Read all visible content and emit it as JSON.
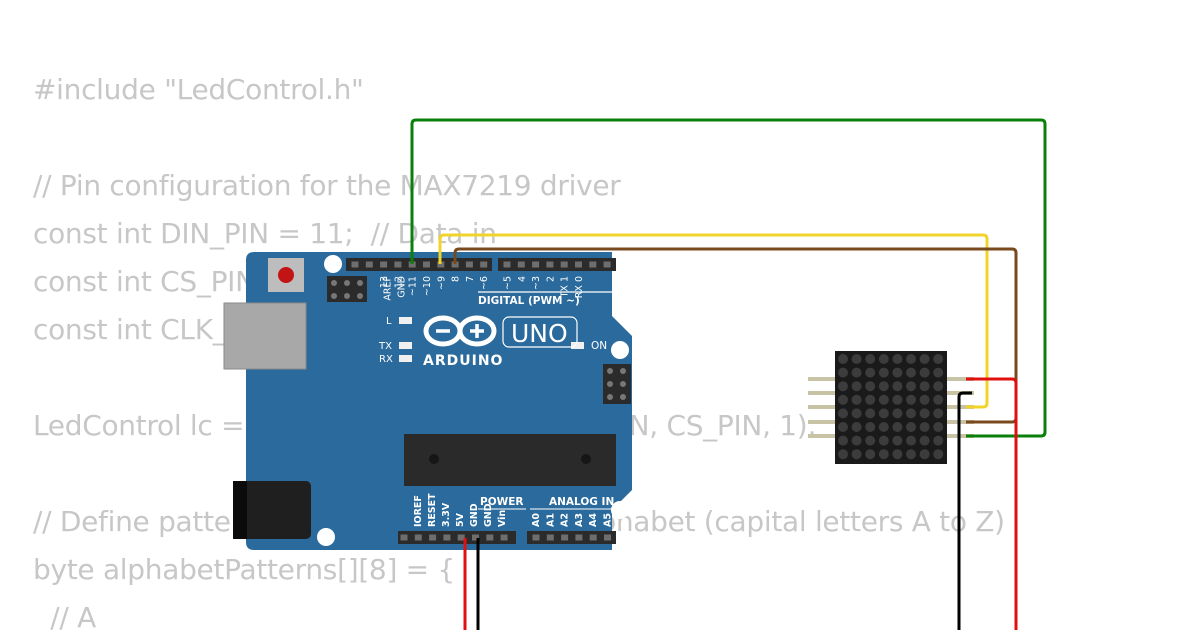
{
  "code_lines": [
    "#include \"LedControl.h\"",
    "",
    "// Pin configuration for the MAX7219 driver",
    "const int DIN_PIN = 11;  // Data in",
    "const int CS_PIN = 10;   // Chip select",
    "const int CLK_PIN = 13;  // Clock",
    "",
    "LedControl lc = LedControl(DIN_PIN, CLK_PIN, CS_PIN, 1);",
    "",
    "// Define patterns for each letter of the alphabet (capital letters A to Z)",
    "byte alphabetPatterns[][8] = {",
    "  // A"
  ],
  "board": {
    "model_label": "UNO",
    "brand_label": "ARDUINO",
    "digital_header_label": "DIGITAL (PWM ~)",
    "power_label": "POWER",
    "analog_label": "ANALOG IN",
    "on_label": "ON",
    "led_l_label": "L",
    "led_tx_label": "TX",
    "led_rx_label": "RX",
    "digital_pins": [
      "AREF",
      "GND",
      "13",
      "12",
      "~11",
      "~10",
      "~9",
      "8",
      "7",
      "~6",
      "~5",
      "4",
      "~3",
      "2",
      "TX 1",
      "RX 0"
    ],
    "power_pins": [
      "IOREF",
      "RESET",
      "3.3V",
      "5V",
      "GND",
      "GND",
      "Vin"
    ],
    "analog_pins": [
      "A0",
      "A1",
      "A2",
      "A3",
      "A4",
      "A5"
    ]
  },
  "colors": {
    "board_blue": "#2b6a9c",
    "header_black": "#2b2b2b",
    "wire_green": "#0a7f0a",
    "wire_yellow": "#f2d32a",
    "wire_brown": "#7a4a1f",
    "wire_red": "#e01010",
    "wire_black": "#000000",
    "matrix_body": "#1a1a1a",
    "matrix_led": "#3c3c3c",
    "code_text": "#c7c7c7"
  },
  "matrix": {
    "rows": 8,
    "cols": 8
  }
}
